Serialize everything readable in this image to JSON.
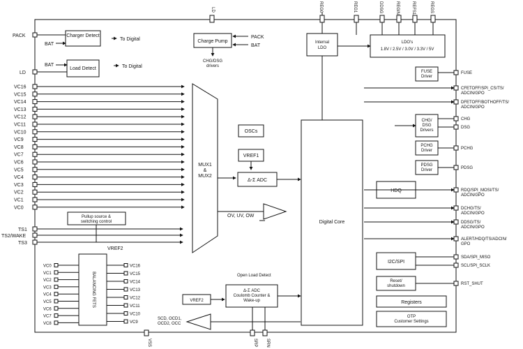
{
  "pins_left": {
    "pack": "PACK",
    "ld": "LD",
    "vc": [
      "VC16",
      "VC15",
      "VC14",
      "VC13",
      "VC12",
      "VC11",
      "VC10",
      "VC9",
      "VC8",
      "VC7",
      "VC6",
      "VC5",
      "VC4",
      "VC3",
      "VC2",
      "VC1",
      "VC0"
    ],
    "ts1": "TS1",
    "ts2": "TS2/WAKE",
    "ts3": "TS3"
  },
  "pins_top": [
    "LD",
    "REG0",
    "REG1",
    "DDSG",
    "REGIN",
    "REFS1",
    "REGS"
  ],
  "pins_bottom": [
    "VSS",
    "SRP",
    "SRN"
  ],
  "pins_right": [
    "FUSE",
    "CFETOFF/SPI_CS/TS/ ADCIN/GPO",
    "DFETOFF/BOTHOFF/TS/ ADCIN/GPO",
    "CHG",
    "DSG",
    "PCHG",
    "PDSG",
    "RDQ/SPI_MOSI/TS/ ADCIN/GPO",
    "DCHG/TS/ ADCIN/GPO",
    "DDSG/TS/ ADCIN/GPO",
    "ALERT/HDQ/TS/ADCIN/ GPO",
    "SDA/SPI_MISO",
    "SCL/SPI_SCLK",
    "RST_SHUT"
  ],
  "blocks": {
    "charger_detect": "Charger Detect",
    "load_detect": "Load Detect",
    "to_digital_1": "To Digital",
    "to_digital_2": "To Digital",
    "bat_1": "BAT",
    "bat_2": "BAT",
    "charge_pump": "Charge Pump",
    "cp_pack": "PACK",
    "cp_bat": "BAT",
    "chg_dsg_drivers_note": "CHG/DSG drivers",
    "internal_ldo": "Internal LDO",
    "ldos": "LDO's",
    "ldo_values": "1.8V / 2.5V / 3.0V / 3.3V / 5V",
    "fuse_driver": "FUSE Driver",
    "chg_dsg_drivers": "CHG/ DSG Drivers",
    "pchg_driver": "PCHG Driver",
    "pdsg_driver": "PDSG Driver",
    "oscs": "OSCs",
    "vref1": "VREF1",
    "adc": "Δ-Σ ADC",
    "mux": "MUX1 & MUX2",
    "hdq": "HDQ",
    "ov_uv_ow": "OV, UV, OW",
    "digital_core": "Digital Core",
    "pullup": "Pullup source & switching control",
    "vref2_label": "VREF2",
    "balancing": "BALANCING FETS",
    "i2c_spi": "I2C/SPI",
    "reset_shutdown": "Reset/ shutdown",
    "registers": "Registers",
    "otp": "OTP Customer Settings",
    "open_load_detect": "Open Load Detect",
    "vref2_box": "VREF2",
    "cc_adc": "Δ-Σ ADC Coulomb Counter & Wake-up",
    "scd_label": "SCD, OCD1, OCD2, OCC"
  },
  "balancing_pins_left": [
    "VC0",
    "VC1",
    "VC2",
    "VC3",
    "VC4",
    "VC5",
    "VC6",
    "VC7",
    "VC8"
  ],
  "balancing_pins_right": [
    "VC16",
    "VC15",
    "VC14",
    "VC13",
    "VC12",
    "VC11",
    "VC10",
    "VC9"
  ]
}
